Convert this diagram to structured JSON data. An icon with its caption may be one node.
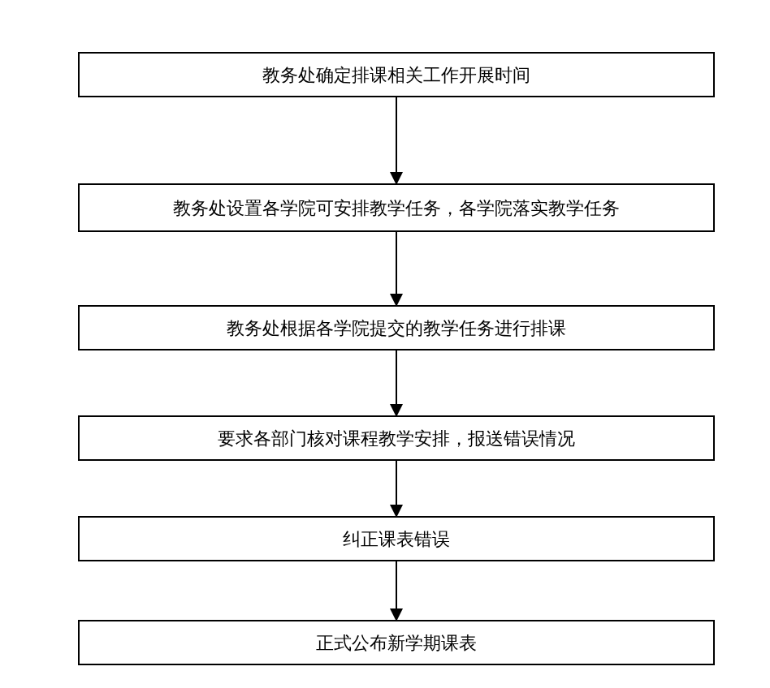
{
  "diagram": {
    "nodes": [
      {
        "text": [
          "教务处确定排课相关工作开展时间"
        ]
      },
      {
        "text": [
          "教务处设置各学院可安排教学任务，各学院落实教学任务"
        ]
      },
      {
        "text": [
          "教务处根据各学院提交的教学任务进行排课"
        ]
      },
      {
        "text": [
          "要求各部门核对课程教学安排，报送错误情况"
        ]
      },
      {
        "text": [
          "纠正课表错误"
        ]
      },
      {
        "text": [
          "正式公布新学期课表"
        ]
      }
    ],
    "edges": [
      {
        "from": 0,
        "to": 1,
        "arrow": "to"
      },
      {
        "from": 1,
        "to": 2,
        "arrow": "to"
      },
      {
        "from": 2,
        "to": 3,
        "arrow": "to"
      },
      {
        "from": 3,
        "to": 4,
        "arrow": "to"
      },
      {
        "from": 4,
        "to": 5,
        "arrow": "to"
      }
    ]
  }
}
